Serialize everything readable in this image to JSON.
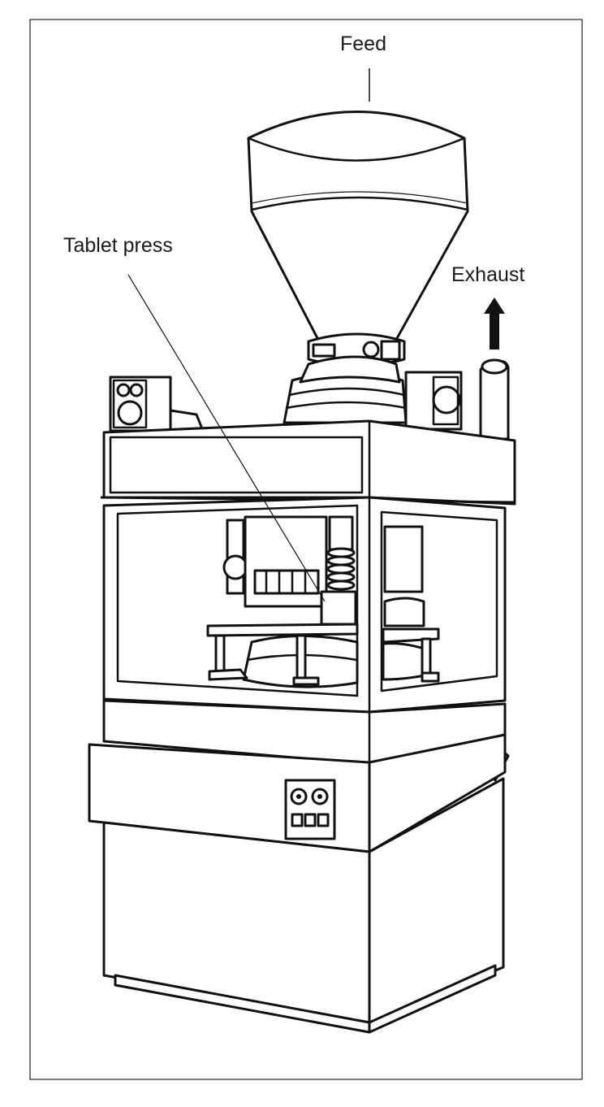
{
  "diagram": {
    "labels": {
      "feed": "Feed",
      "tablet_press": "Tablet press",
      "exhaust": "Exhaust"
    },
    "colors": {
      "line": "#111111",
      "background": "#ffffff"
    },
    "icons": {
      "exhaust_direction": "up-arrow-icon"
    }
  }
}
